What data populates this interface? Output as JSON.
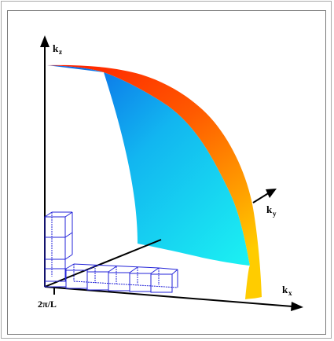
{
  "labels": {
    "kz": {
      "main": "k",
      "sub": "z"
    },
    "ky": {
      "main": "k",
      "sub": "y"
    },
    "kx": {
      "main": "k",
      "sub": "x"
    },
    "tick": "2π/L"
  },
  "colors": {
    "frame": "#7a7a7a",
    "axis": "#000000",
    "cube_lines": "#2323d8",
    "face_blue_dark": "#0a64e6",
    "face_cyan": "#18f0f0",
    "rim_red": "#ff1e00",
    "rim_orange": "#ff8c00",
    "rim_yellow": "#ffc800"
  }
}
